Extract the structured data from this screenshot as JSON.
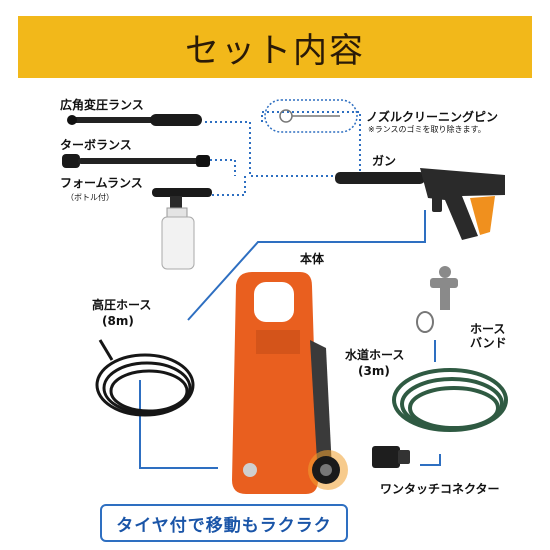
{
  "header": {
    "title": "セット内容"
  },
  "parts": {
    "wide_lance": "広角変圧ランス",
    "turbo_lance": "ターボランス",
    "foam_lance": "フォームランス",
    "foam_lance_note": "（ボトル付）",
    "nozzle_pin": "ノズルクリーニングピン",
    "nozzle_pin_note": "※ランスのゴミを取り除きます。",
    "gun": "ガン",
    "body": "本体",
    "high_pressure_hose": "高圧ホース",
    "high_pressure_hose_len": "(8m)",
    "hose_band": "ホース\nバンド",
    "water_hose": "水道ホース",
    "water_hose_len": "(3m)",
    "connector": "ワンタッチコネクター"
  },
  "caption": "タイヤ付で移動もラクラク",
  "colors": {
    "banner": "#f2b81a",
    "accent_blue": "#2e6fc1",
    "machine_orange": "#e95f1f",
    "hose_green": "#2f5a42"
  }
}
